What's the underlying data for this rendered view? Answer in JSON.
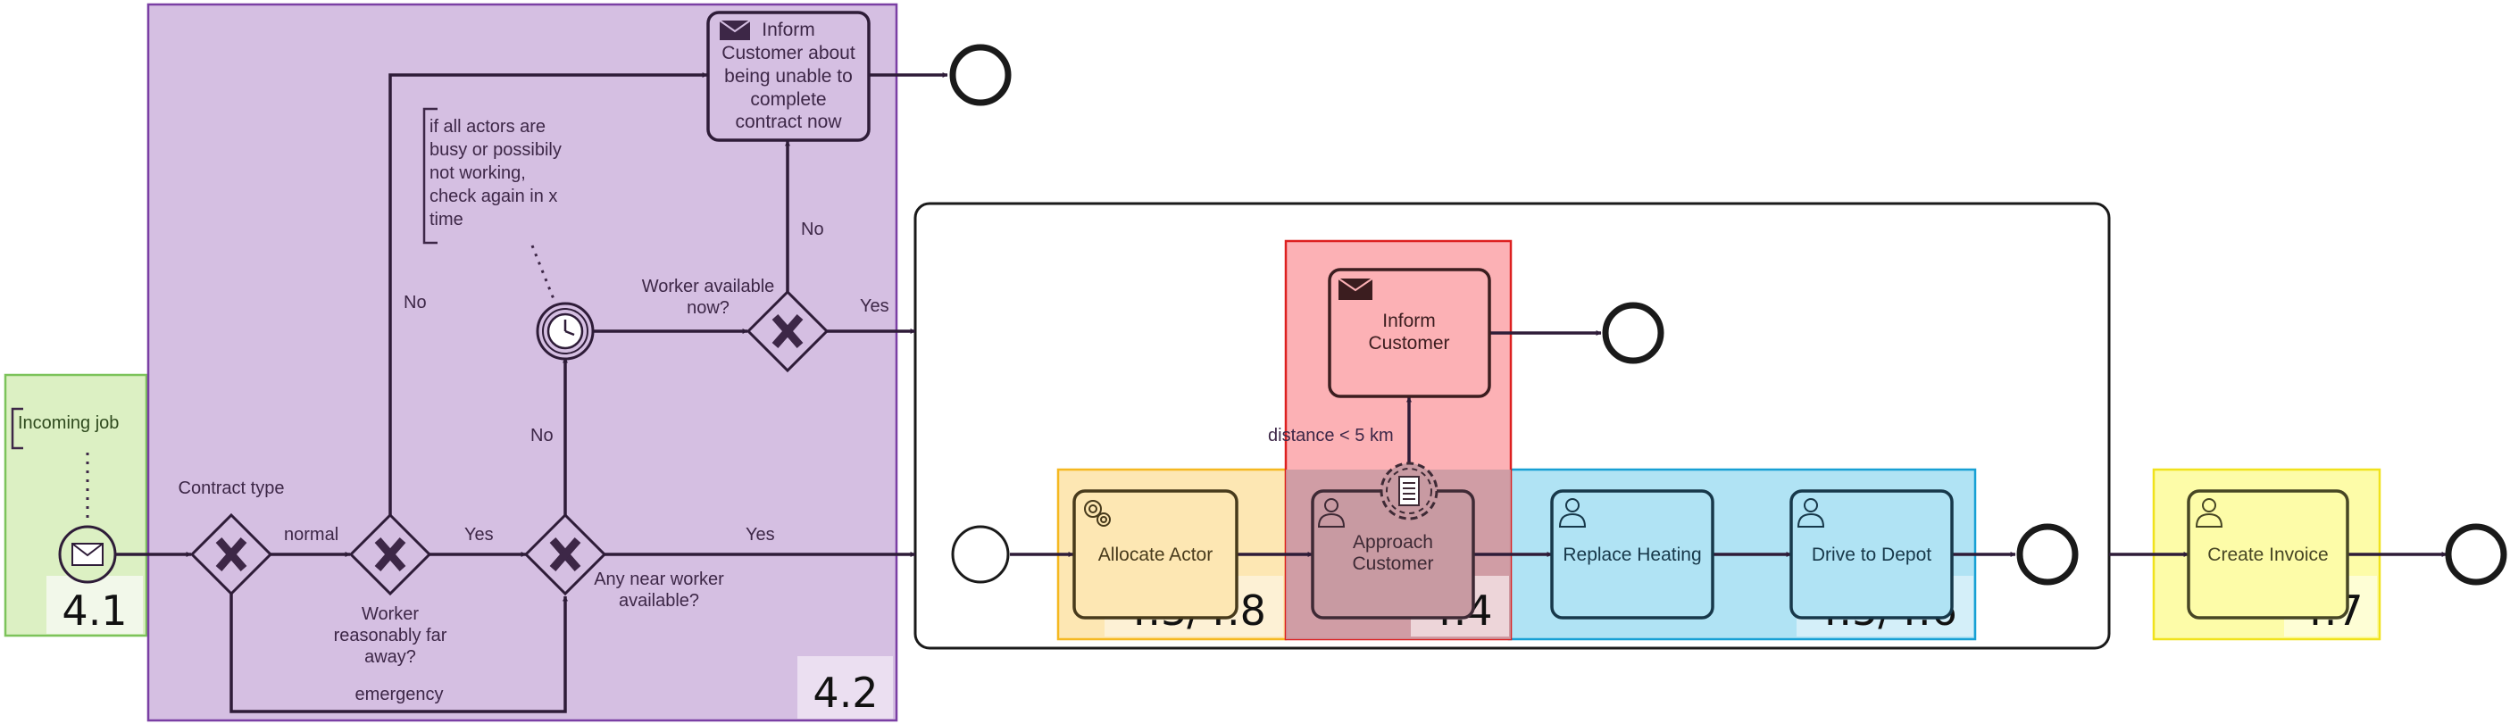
{
  "diagram": {
    "colors": {
      "group_green": "#dcf0c3",
      "group_purple": "#d5bfe2",
      "group_orange": "#fde7b3",
      "group_red": "#fcb1b5",
      "group_blue": "#b0e3f4",
      "group_yellow": "#fdfca8",
      "stroke": "#2e1c38"
    },
    "annotations": {
      "incoming_job": "Incoming job",
      "retry_note": [
        "if all actors are",
        "busy or possibily",
        "not working,",
        "check again in x",
        "time"
      ]
    },
    "gateways": {
      "contract_type": "Contract type",
      "worker_far": [
        "Worker",
        "reasonably far",
        "away?"
      ],
      "near_worker": [
        "Any near worker",
        "available?"
      ],
      "worker_now": [
        "Worker available",
        "now?"
      ]
    },
    "flow_labels": {
      "normal": "normal",
      "yes_far": "Yes",
      "yes_near": "Yes",
      "yes_now": "Yes",
      "no_far": "No",
      "no_near": "No",
      "no_now": "No",
      "emergency": "emergency",
      "distance": "distance < 5 km"
    },
    "tasks": {
      "inform_unable": [
        "Inform",
        "Customer about",
        "being unable to",
        "complete",
        "contract now"
      ],
      "inform_customer": [
        "Inform",
        "Customer"
      ],
      "allocate_actor": "Allocate Actor",
      "approach_customer": [
        "Approach",
        "Customer"
      ],
      "replace_heating": "Replace Heating",
      "drive_to_depot": "Drive to Depot",
      "create_invoice": "Create Invoice"
    },
    "group_numbers": {
      "g41": "4.1",
      "g42": "4.2",
      "g43": "4.3/4.8",
      "g44": "4.4",
      "g45": "4.5/4.6",
      "g47": "4.7"
    }
  }
}
